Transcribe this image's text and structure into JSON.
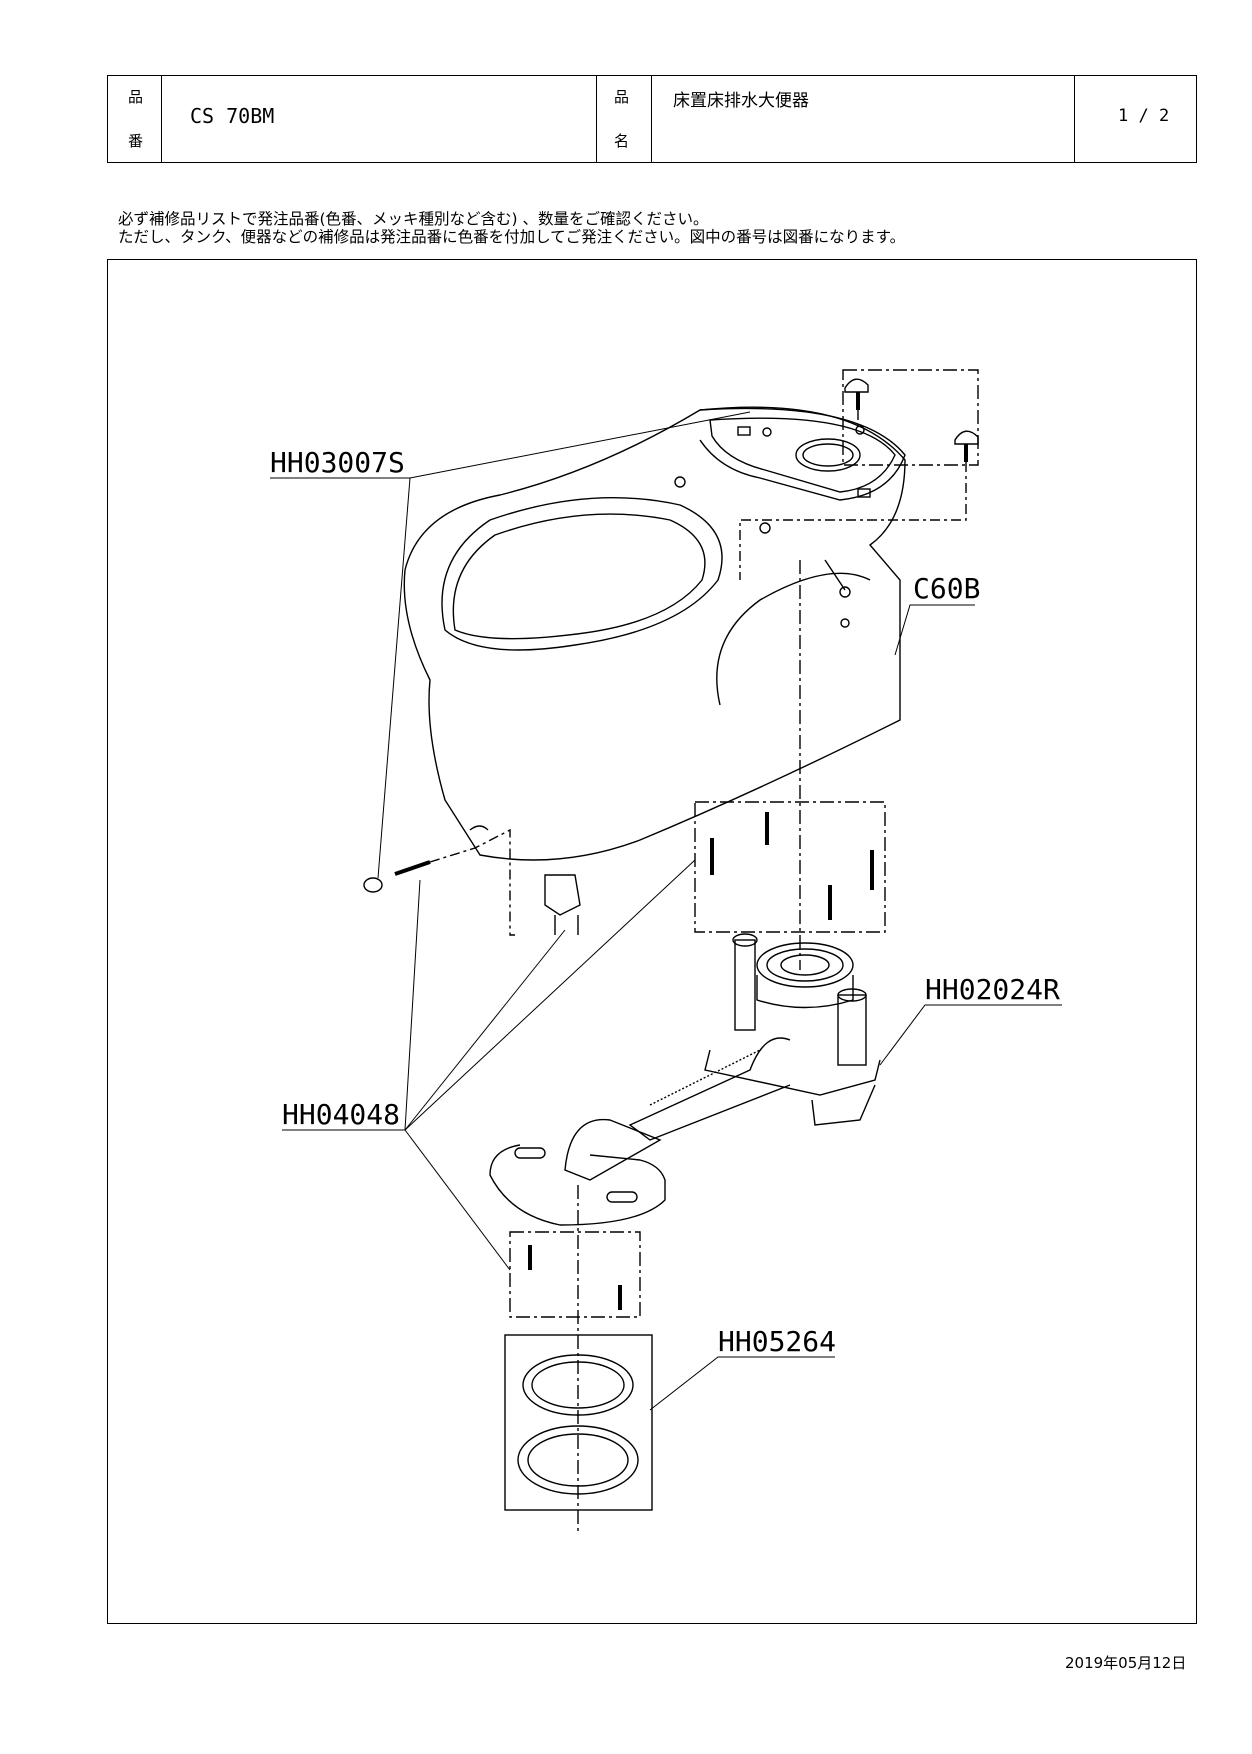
{
  "header": {
    "part_number_label_1": "品",
    "part_number_label_2": "番",
    "part_number": "CS 70BM",
    "product_name_label_1": "品",
    "product_name_label_2": "名",
    "product_name": "床置床排水大便器",
    "page": "1 / 2"
  },
  "notes": {
    "line1": "必ず補修品リストで発注品番(色番、メッキ種別など含む) 、数量をご確認ください。",
    "line2": "ただし、タンク、便器などの補修品は発注品番に色番を付加してご発注ください。図中の番号は図番になります。"
  },
  "parts": {
    "p1": "HH03007S",
    "p2": "C60B",
    "p3": "HH02024R",
    "p4": "HH04048",
    "p5": "HH05264"
  },
  "footer": {
    "date": "2019年05月12日"
  }
}
